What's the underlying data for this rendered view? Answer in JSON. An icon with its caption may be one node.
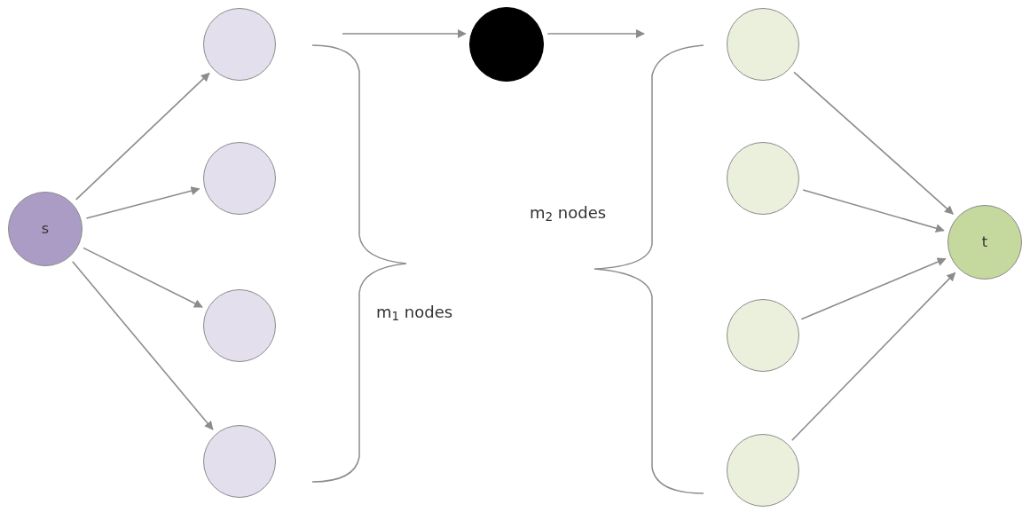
{
  "diagram": {
    "nodes": [
      {
        "text": [
          "s"
        ]
      },
      {
        "text": [],
        "shape": "circle"
      },
      {
        "text": [],
        "shape": "circle"
      },
      {
        "text": [],
        "shape": "circle"
      },
      {
        "text": [],
        "shape": "circle"
      },
      {
        "text": [],
        "shape": "circle"
      },
      {
        "text": [],
        "shape": "circle"
      },
      {
        "text": [],
        "shape": "circle"
      },
      {
        "text": [],
        "shape": "circle"
      },
      {
        "text": [],
        "shape": "circle"
      },
      {
        "text": [
          "t"
        ]
      },
      {
        "text": [],
        "shape": "brace"
      },
      {
        "text": [],
        "shape": "brace"
      }
    ],
    "edges": [
      {
        "from": 0,
        "to": 1,
        "arrow": "to"
      },
      {
        "from": 0,
        "to": 2,
        "arrow": "to"
      },
      {
        "from": 0,
        "to": 3,
        "arrow": "to"
      },
      {
        "from": 0,
        "to": 4,
        "arrow": "to"
      },
      {
        "from": 11,
        "to": 5,
        "arrow": "to"
      },
      {
        "from": 5,
        "to": 12,
        "arrow": "to"
      },
      {
        "from": 6,
        "to": 10,
        "arrow": "to"
      },
      {
        "from": 7,
        "to": 10,
        "arrow": "to"
      },
      {
        "from": 8,
        "to": 10,
        "arrow": "to"
      },
      {
        "from": 9,
        "to": 10,
        "arrow": "to"
      }
    ],
    "labels": [
      "m$_{1}$ nodes",
      "m$_{2}$ nodes"
    ]
  }
}
